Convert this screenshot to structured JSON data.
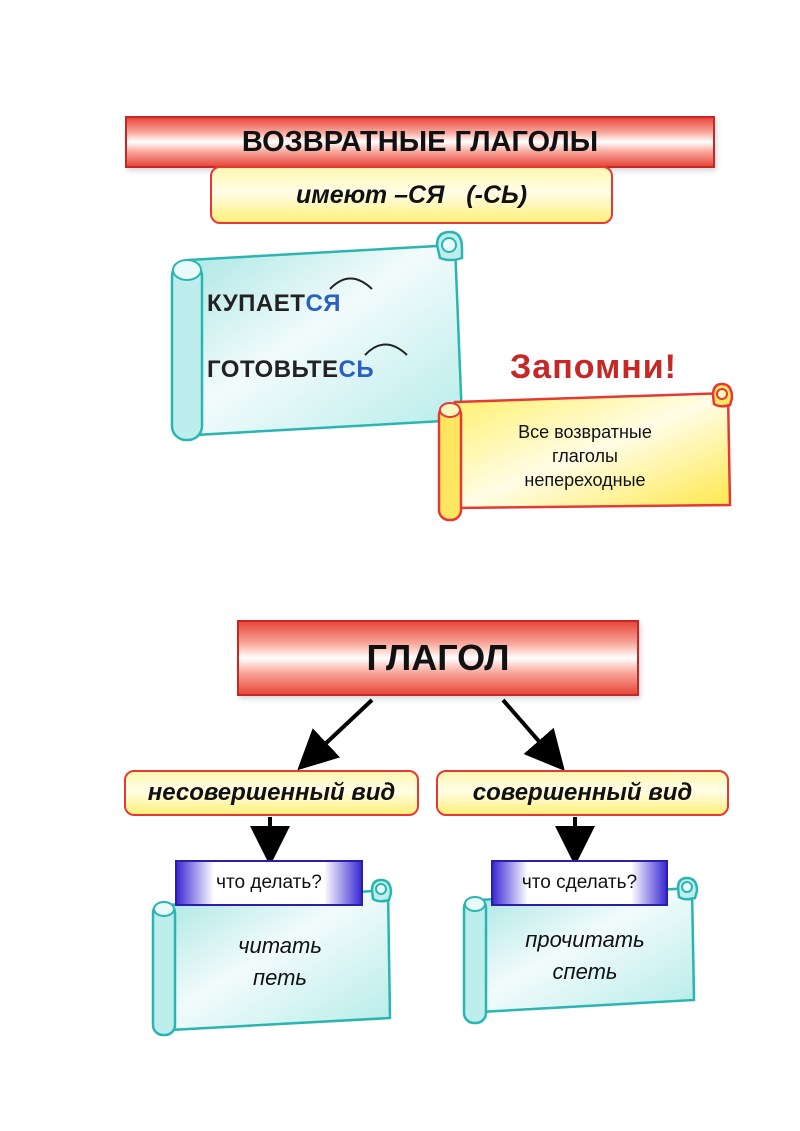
{
  "reflexive": {
    "title": "ВОЗВРАТНЫЕ ГЛАГОЛЫ",
    "suffix_rule": {
      "prefix": "имеют –",
      "suffix_1": "СЯ",
      "suffix_2": "(-СЬ)"
    },
    "examples": [
      {
        "stem": "КУПАЕТ",
        "suffix": "СЯ"
      },
      {
        "stem": "ГОТОВЬТЕ",
        "suffix": "СЬ"
      }
    ],
    "remember_title": "Запомни!",
    "remember_lines": [
      "Все возвратные",
      "глаголы",
      "непереходные"
    ]
  },
  "aspect": {
    "title": "ГЛАГОЛ",
    "branches": [
      {
        "aspect_label": "несовершенный вид",
        "question": "что делать?",
        "examples": [
          "читать",
          "петь"
        ]
      },
      {
        "aspect_label": "совершенный вид",
        "question": "что сделать?",
        "examples": [
          "прочитать",
          "спеть"
        ]
      }
    ]
  },
  "colors": {
    "banner_red": "#e8483c",
    "box_yellow": "#fff07a",
    "scroll_cyan": "#c8f0f0",
    "scroll_outline": "#2bb5b0",
    "suffix_blue": "#2a5fc4",
    "question_blue": "#3d2cd4",
    "remember_red": "#c62828"
  }
}
